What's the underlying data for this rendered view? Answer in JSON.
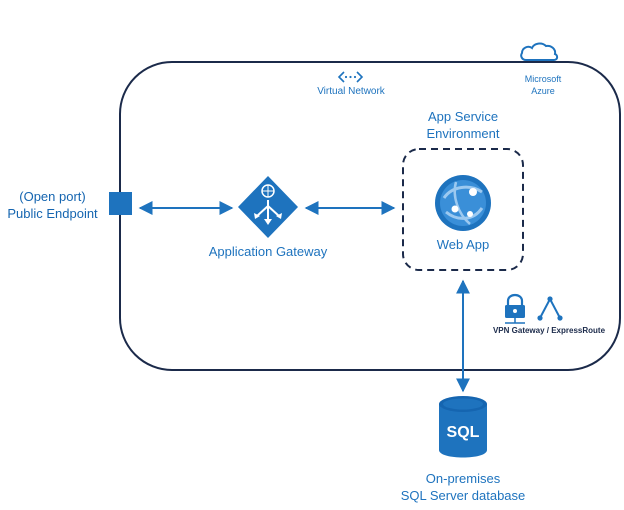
{
  "colors": {
    "accent": "#1e73be",
    "accent_dark": "#1565b0",
    "line": "#1e73be"
  },
  "cloud": {
    "brand_line1": "Microsoft",
    "brand_line2": "Azure",
    "icon": "azure-cloud-icon"
  },
  "vnet": {
    "label": "Virtual Network",
    "icon": "virtual-network-icon"
  },
  "public_endpoint": {
    "line1": "(Open port)",
    "line2": "Public Endpoint"
  },
  "app_gateway": {
    "label": "Application Gateway",
    "icon": "application-gateway-icon"
  },
  "ase": {
    "line1": "App Service",
    "line2": "Environment"
  },
  "web_app": {
    "label": "Web App",
    "icon": "web-app-globe-icon"
  },
  "vpn": {
    "label": "VPN Gateway / ExpressRoute",
    "icons": [
      "vpn-lock-icon",
      "expressroute-icon"
    ]
  },
  "sql": {
    "icon_text": "SQL",
    "line1": "On-premises",
    "line2": "SQL Server database"
  }
}
